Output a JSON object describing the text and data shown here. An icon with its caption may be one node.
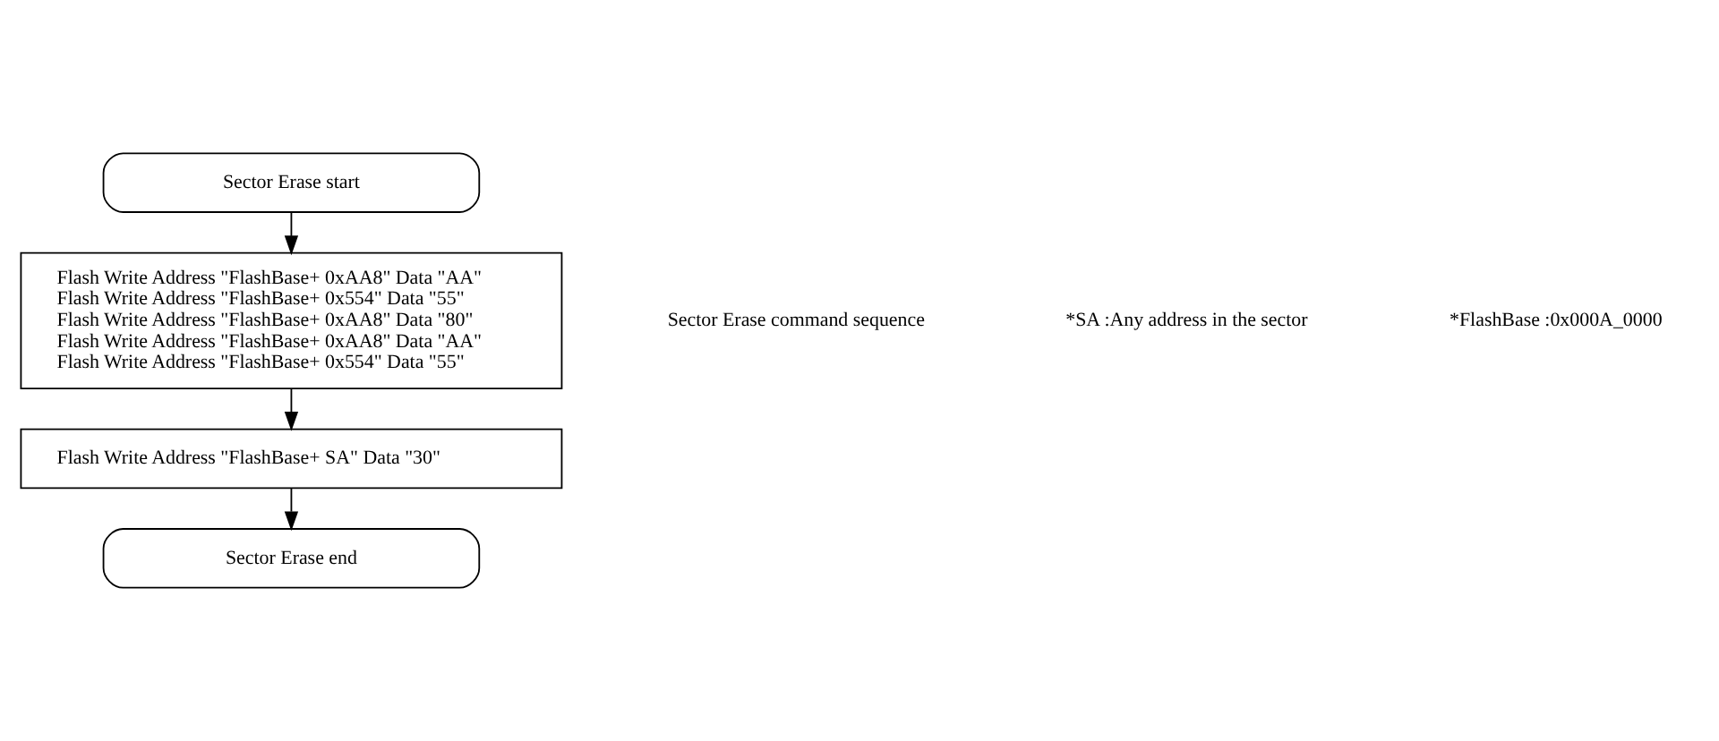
{
  "diagram": {
    "nodes": [
      {
        "text": [
          "Sector Erase start"
        ]
      },
      {
        "text": [
          "Flash Write Address \"FlashBase+ 0xAA8\" Data \"AA\"",
          "Flash Write Address \"FlashBase+ 0x554\" Data \"55\"",
          "Flash Write Address \"FlashBase+ 0xAA8\" Data \"80\"",
          "Flash Write Address \"FlashBase+ 0xAA8\" Data \"AA\"",
          "Flash Write Address \"FlashBase+ 0x554\" Data \"55\""
        ]
      },
      {
        "text": [
          "Flash Write Address \"FlashBase+ SA\" Data \"30\""
        ]
      },
      {
        "text": [
          "Sector Erase end"
        ]
      }
    ],
    "edges": [
      {
        "from": 0,
        "to": 1,
        "arrow": "to"
      },
      {
        "from": 1,
        "to": 2,
        "arrow": "to"
      },
      {
        "from": 2,
        "to": 3,
        "arrow": "to"
      }
    ],
    "labels": [
      "Sector Erase command sequence",
      "*SA :Any address in the sector",
      "*FlashBase :0x000A_0000"
    ]
  }
}
